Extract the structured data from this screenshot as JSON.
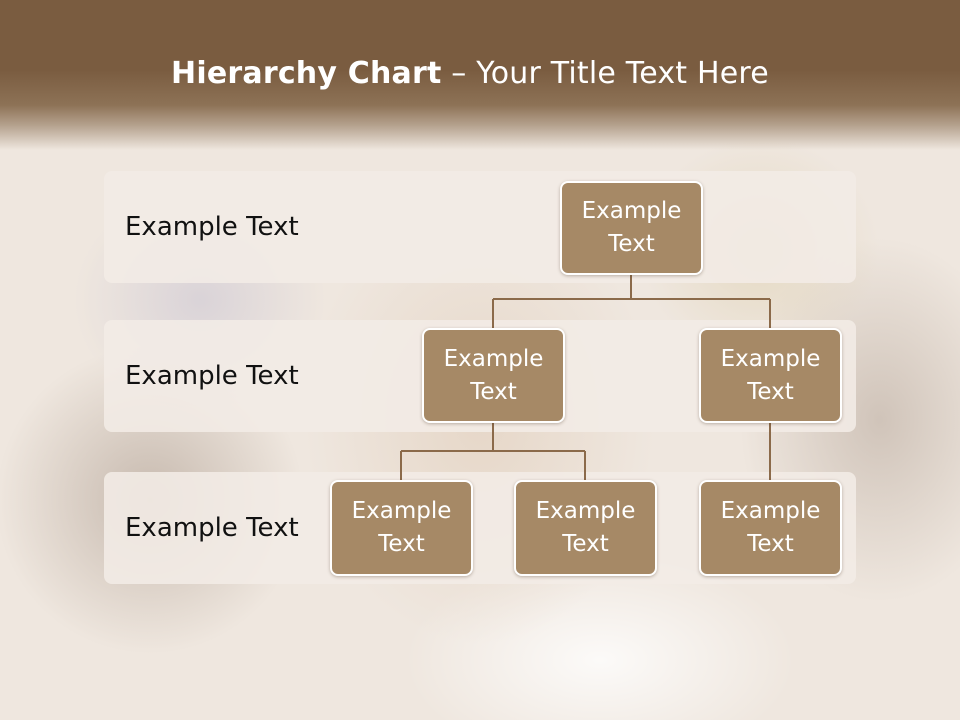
{
  "title": {
    "bold": "Hierarchy Chart",
    "rest": " – Your Title Text Here"
  },
  "rows": [
    {
      "label": "Example Text"
    },
    {
      "label": "Example Text"
    },
    {
      "label": "Example Text"
    }
  ],
  "nodes": {
    "root": "Example\nText",
    "level2_left": "Example\nText",
    "level2_right": "Example\nText",
    "level3_left": "Example\nText",
    "level3_middle": "Example\nText",
    "level3_right": "Example\nText"
  },
  "colors": {
    "header": "#7a5c40",
    "node_fill": "#a68966",
    "connector": "#8b6a4a"
  }
}
